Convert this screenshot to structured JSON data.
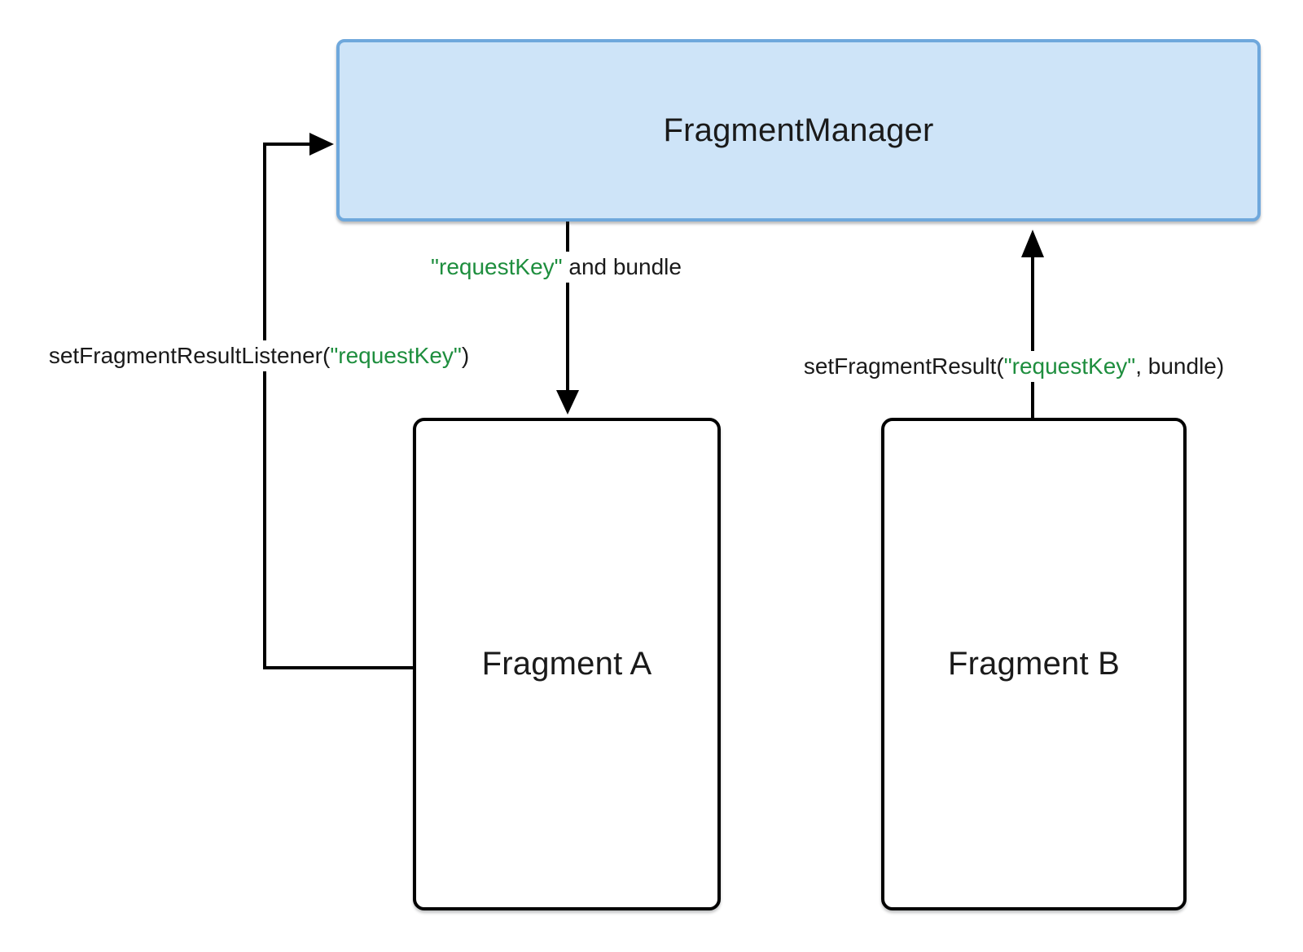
{
  "diagram": {
    "background": "#ffffff",
    "colors": {
      "manager_fill": "#cee4f8",
      "manager_border": "#6fa8dc",
      "fragment_fill": "#ffffff",
      "fragment_border": "#000000",
      "line": "#000000",
      "key_green": "#1e8e3e",
      "text": "#1a1a1a"
    },
    "nodes": {
      "fragment_manager": {
        "label": "FragmentManager"
      },
      "fragment_a": {
        "label": "Fragment A"
      },
      "fragment_b": {
        "label": "Fragment B"
      }
    },
    "edges": {
      "set_listener": {
        "prefix": "setFragmentResultListener(",
        "key": "\"requestKey\"",
        "suffix": ")"
      },
      "request_key_bundle": {
        "key": "\"requestKey\"",
        "suffix": " and bundle"
      },
      "set_result": {
        "prefix": "setFragmentResult(",
        "key": "\"requestKey\"",
        "suffix": ", bundle)"
      }
    }
  }
}
